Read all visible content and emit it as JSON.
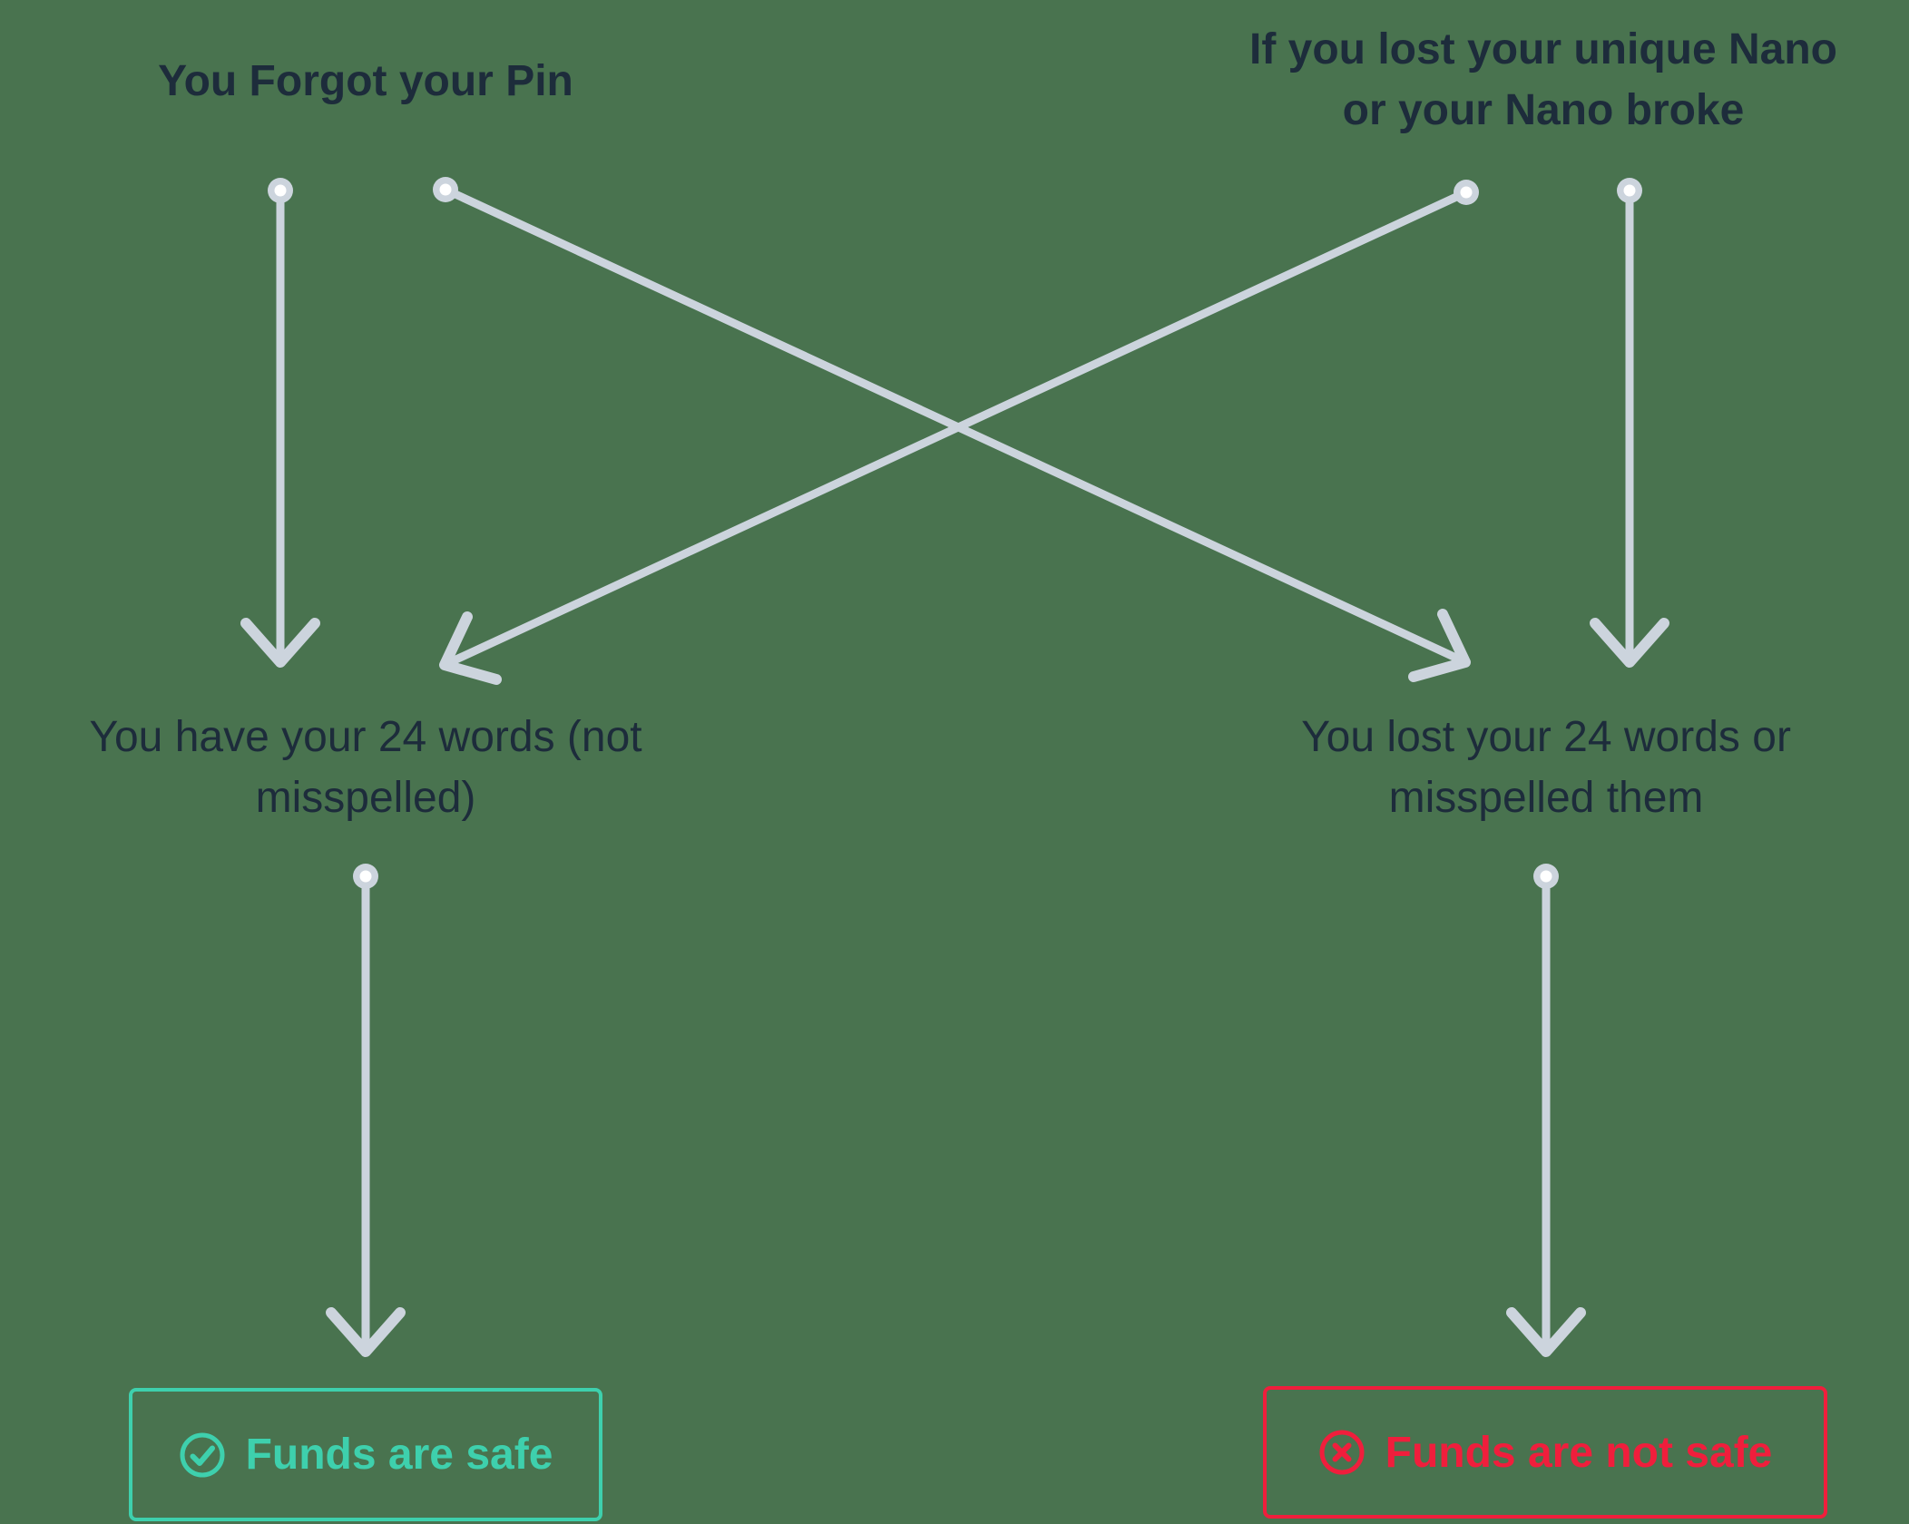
{
  "diagram": {
    "background_color": "#49734f",
    "arrow_color": "#ccd4dd",
    "text_color": "#1d2c3b",
    "nodes": {
      "top_left": {
        "lines": [
          "You Forgot your Pin"
        ]
      },
      "top_right": {
        "lines": [
          "If you lost your unique Nano",
          "or your Nano broke"
        ]
      },
      "mid_left": {
        "lines": [
          "You have your 24 words (not",
          "misspelled)"
        ]
      },
      "mid_right": {
        "lines": [
          "You lost your 24 words or",
          "misspelled them"
        ]
      },
      "outcome_safe": {
        "label": "Funds are safe",
        "icon": "check-circle-icon",
        "color": "#3ed0ad"
      },
      "outcome_not_safe": {
        "label": "Funds are not safe",
        "icon": "x-circle-icon",
        "color": "#f01e3c"
      }
    }
  }
}
